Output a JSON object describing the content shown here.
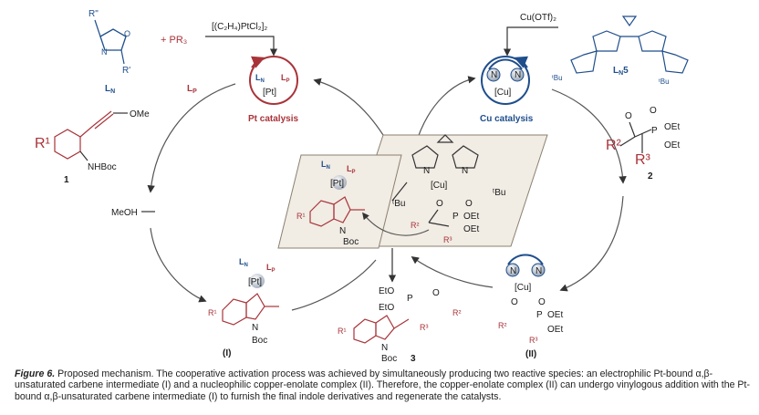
{
  "reagents": {
    "oxazoline_subst_top": "R\"",
    "oxazoline_subst_bottom": "R'",
    "plus_pr3": "+ PR₃",
    "pt_reagent": "[(C₂H₄)PtCl₂]₂",
    "ln_label": "L",
    "ln_sub": "N",
    "lp_label": "L",
    "lp_sub": "P",
    "cu_reagent": "Cu(OTf)₂",
    "ln5_label": "L",
    "ln5_sub": "N",
    "ln5_num": "5",
    "tbu_left": "ᵗBu",
    "tbu_right": "ᵗBu"
  },
  "cycles": {
    "pt_title": "Pt catalysis",
    "cu_title": "Cu catalysis",
    "pt_metal": "[Pt]",
    "cu_metal": "[Cu]"
  },
  "compounds": {
    "c1_ome": "OMe",
    "c1_nhboc": "NHBoc",
    "c1_r1": "R¹",
    "c1_num": "1",
    "meoh": "MeOH",
    "c2_r2": "R²",
    "c2_r3": "R³",
    "c2_oet1": "OEt",
    "c2_oet2": "OEt",
    "c2_p": "P",
    "c2_num": "2",
    "int1_label": "(I)",
    "int2_label": "(II)",
    "boc": "Boc",
    "n": "N",
    "p3_eto": "EtO",
    "p3_num": "3",
    "o": "O",
    "tbu": "ᵗBu"
  },
  "caption": {
    "label": "Figure 6.",
    "text": " Proposed mechanism. The cooperative activation process was achieved by simultaneously producing two reactive species: an electrophilic Pt-bound α,β-unsaturated carbene intermediate (I) and a nucleophilic copper-enolate complex (II). Therefore, the copper-enolate complex (II) can undergo vinylogous addition with the Pt-bound α,β-unsaturated carbene intermediate (I) to furnish the final indole derivatives and regenerate the catalysts."
  }
}
